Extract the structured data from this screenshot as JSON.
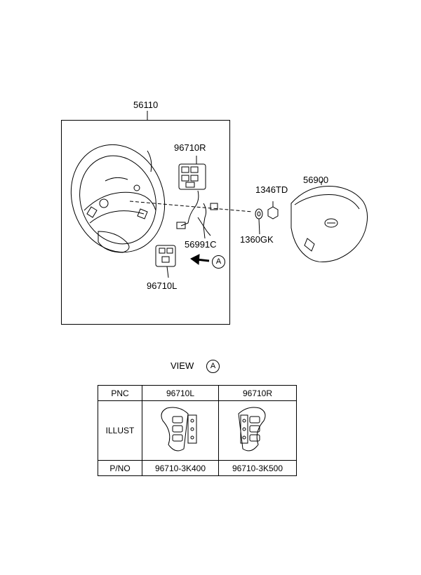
{
  "callouts": {
    "assembly": "56110",
    "switch_right": "96710R",
    "switch_left": "96710L",
    "wiring": "56991C",
    "bolt": "1346TD",
    "nut": "1360GK",
    "airbag": "56900",
    "view_marker": "A"
  },
  "view": {
    "label": "VIEW",
    "marker": "A"
  },
  "table": {
    "headers": [
      "PNC",
      "96710L",
      "96710R"
    ],
    "illust_label": "ILLUST",
    "pno_label": "P/NO",
    "part_numbers": [
      "96710-3K400",
      "96710-3K500"
    ]
  }
}
